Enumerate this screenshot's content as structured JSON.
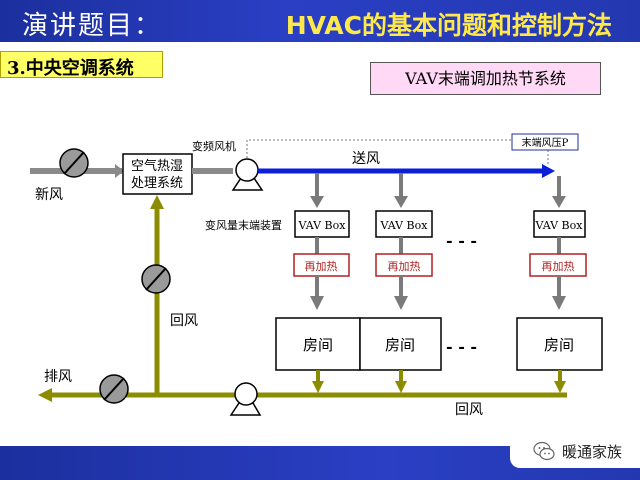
{
  "header": {
    "title_left": "演讲题目：",
    "title_right": "HVAC的基本问题和控制方法"
  },
  "section": {
    "label": "3.中央空调系统"
  },
  "diagram": {
    "title": "VAV末端调加热节系统",
    "ahu_line1": "空气热湿",
    "ahu_line2": "处理系统",
    "fresh_air": "新风",
    "vfd_fan": "变频风机",
    "supply_air": "送风",
    "end_pressure": "末端风压P",
    "terminal_device": "变风量末端装置",
    "vav_box": "VAV Box",
    "reheat": "再加热",
    "room": "房间",
    "ellipsis": "- - -",
    "return_air_vertical": "回风",
    "return_air_bottom": "回风",
    "exhaust_air": "排风"
  },
  "footer": {
    "brand": "暖通家族"
  },
  "colors": {
    "supply_blue": "#0a1fd8",
    "return_olive": "#8c8c00",
    "duct_gray": "#7a7a7a",
    "reheat_red": "#b22222"
  }
}
